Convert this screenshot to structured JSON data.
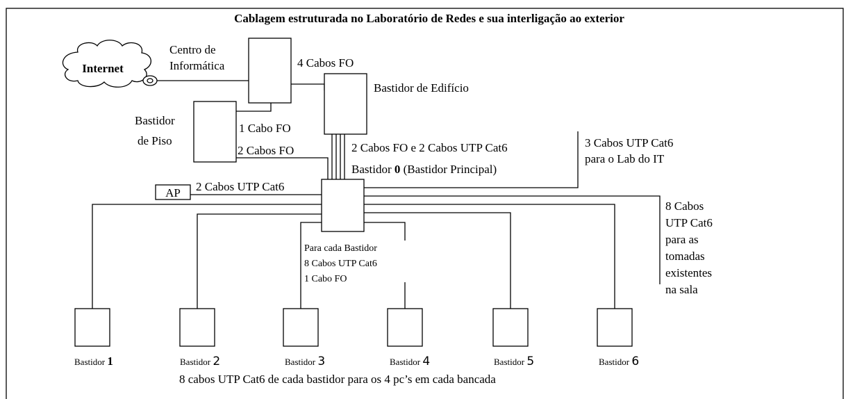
{
  "title": "Cablagem estruturada no Laboratório de Redes e sua interligação ao exterior",
  "internet": {
    "label": "Internet"
  },
  "centro_informatica": {
    "line1": "Centro de",
    "line2": "Informática"
  },
  "link_ci_edificio": "4 Cabos FO",
  "bastidor_edificio": "Bastidor de Edifício",
  "bastidor_piso": {
    "line1": "Bastidor",
    "line2": "de Piso"
  },
  "link_ci_piso": "1 Cabo FO",
  "link_piso_principal": "2 Cabos FO",
  "link_edificio_principal": "2 Cabos FO  e 2 Cabos UTP Cat6",
  "principal": {
    "prefix": "Bastidor ",
    "number": "0",
    "suffix": " (Bastidor Principal)"
  },
  "ap": {
    "label": "AP",
    "link": "2 Cabos UTP Cat6"
  },
  "lab_it": {
    "line1": "3 Cabos UTP Cat6",
    "line2": "para o Lab do IT"
  },
  "tomadas": {
    "lines": [
      "8 Cabos",
      "UTP Cat6",
      "para as",
      "tomadas",
      "existentes",
      "na sala"
    ]
  },
  "per_bastidor": {
    "lines": [
      "Para cada Bastidor",
      "8 Cabos UTP Cat6",
      "1 Cabo FO"
    ]
  },
  "bastidores": [
    {
      "prefix": "Bastidor ",
      "number": "1"
    },
    {
      "prefix": "Bastidor ",
      "number": "2"
    },
    {
      "prefix": "Bastidor ",
      "number": "3"
    },
    {
      "prefix": "Bastidor ",
      "number": "4"
    },
    {
      "prefix": "Bastidor ",
      "number": "5"
    },
    {
      "prefix": "Bastidor ",
      "number": "6"
    }
  ],
  "footer": "8 cabos UTP Cat6 de cada bastidor para os 4 pc’s em cada bancada"
}
